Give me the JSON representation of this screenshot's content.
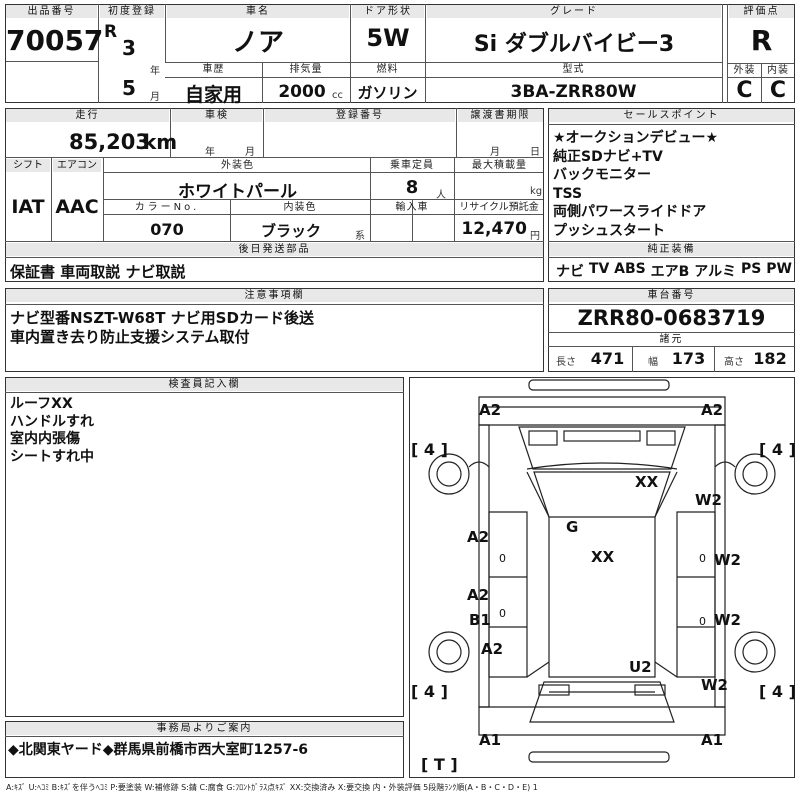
{
  "header": {
    "lot_no_label": "出品番号",
    "lot_no": "70057",
    "first_reg_label": "初度登録",
    "era_letter": "R",
    "year": "3",
    "year_unit": "年",
    "month": "5",
    "month_unit": "月",
    "car_name_label": "車名",
    "car_name": "ノア",
    "door_label": "ドア形状",
    "door": "5W",
    "grade_label": "グレード",
    "grade": "Si ダブルバイビー3",
    "score_label": "評価点",
    "score": "R",
    "history_label": "車歴",
    "history": "自家用",
    "displacement_label": "排気量",
    "displacement": "2000",
    "displacement_unit": "cc",
    "fuel_label": "燃料",
    "fuel": "ガソリン",
    "model_code_label": "型式",
    "model_code": "3BA-ZRR80W",
    "exterior_grade_label": "外装",
    "exterior_grade": "C",
    "interior_grade_label": "内装",
    "interior_grade": "C"
  },
  "row2": {
    "mileage_label": "走行",
    "mileage": "85,203",
    "mileage_unit": "km",
    "inspection_label": "車検",
    "inspection_year_unit": "年",
    "inspection_month_unit": "月",
    "plate_label": "登録番号",
    "transfer_label": "譲渡書期限",
    "transfer_month_unit": "月",
    "transfer_day_unit": "日",
    "shift_label": "シフト",
    "shift": "IAT",
    "ac_label": "エアコン",
    "ac": "AAC",
    "ext_color_label": "外装色",
    "ext_color": "ホワイトパール",
    "capacity_label": "乗車定員",
    "capacity": "8",
    "capacity_unit": "人",
    "max_load_label": "最大積載量",
    "max_load_unit": "kg",
    "color_no_label": "カラーNo.",
    "color_no": "070",
    "int_color_label": "内装色",
    "int_color": "ブラック",
    "int_color_unit": "系",
    "import_label": "輸入車",
    "recycle_label": "リサイクル預託金",
    "recycle": "12,470",
    "recycle_unit": "円"
  },
  "later_parts": {
    "label": "後日発送部品",
    "value": "保証書 車両取説 ナビ取説"
  },
  "sales_points": {
    "label": "セールスポイント",
    "lines": [
      "★オークションデビュー★",
      "純正SDナビ+TV",
      "バックモニター",
      "TSS",
      "両側パワースライドドア",
      "プッシュスタート"
    ]
  },
  "equipment": {
    "label": "純正装備",
    "items": [
      "ナビ",
      "TV",
      "ABS",
      "エアB",
      "アルミ",
      "PS",
      "PW"
    ]
  },
  "notes": {
    "label": "注意事項欄",
    "lines": [
      "ナビ型番NSZT-W68T ナビ用SDカード後送",
      "車内置き去り防止支援システム取付"
    ]
  },
  "chassis": {
    "label": "車台番号",
    "value": "ZRR80-0683719",
    "spec_label": "諸元",
    "length_label": "長さ",
    "length": "471",
    "width_label": "幅",
    "width": "173",
    "height_label": "高さ",
    "height": "182"
  },
  "inspector": {
    "label": "検査員記入欄",
    "lines": [
      "ルーフXX",
      "ハンドルすれ",
      "室内内張傷",
      "シートすれ中"
    ]
  },
  "diagram": {
    "marks": {
      "a2_front_left": "A2",
      "a2_front_right": "A2",
      "tire_fl": "[ 4 ]",
      "tire_fr": "[ 4 ]",
      "roof": "XX",
      "w2_fender_right": "W2",
      "g_windshield": "G",
      "a2_left_front_door": "A2",
      "xx_center": "XX",
      "w2_right_front_door": "W2",
      "a2_left_rear_door": "A2",
      "b1_left_rear_door": "B1",
      "w2_right_rear_door": "W2",
      "a2_left_quarter": "A2",
      "u2_rear": "U2",
      "w2_right_quarter": "W2",
      "tire_rl": "[ 4 ]",
      "tire_rr": "[ 4 ]",
      "a1_rear_left": "A1",
      "a1_rear_right": "A1",
      "spare_tire": "[ T ]",
      "zero_1": "0",
      "zero_2": "0",
      "zero_3": "0",
      "zero_4": "0"
    }
  },
  "office": {
    "label": "事務局よりご案内",
    "value": "◆北関東ヤード◆群馬県前橋市西大室町1257-6"
  },
  "legend": "A:ｷｽﾞ U:ﾍｺﾐ B:ｷｽﾞを伴うﾍｺﾐ P:要塗装 W:補修跡 S:錆 C:腐食 G:ﾌﾛﾝﾄｶﾞﾗｽ点ｷｽﾞ XX:交換済み X:要交換 内・外装評価 5段階ﾗﾝｸ順(A・B・C・D・E) 1"
}
